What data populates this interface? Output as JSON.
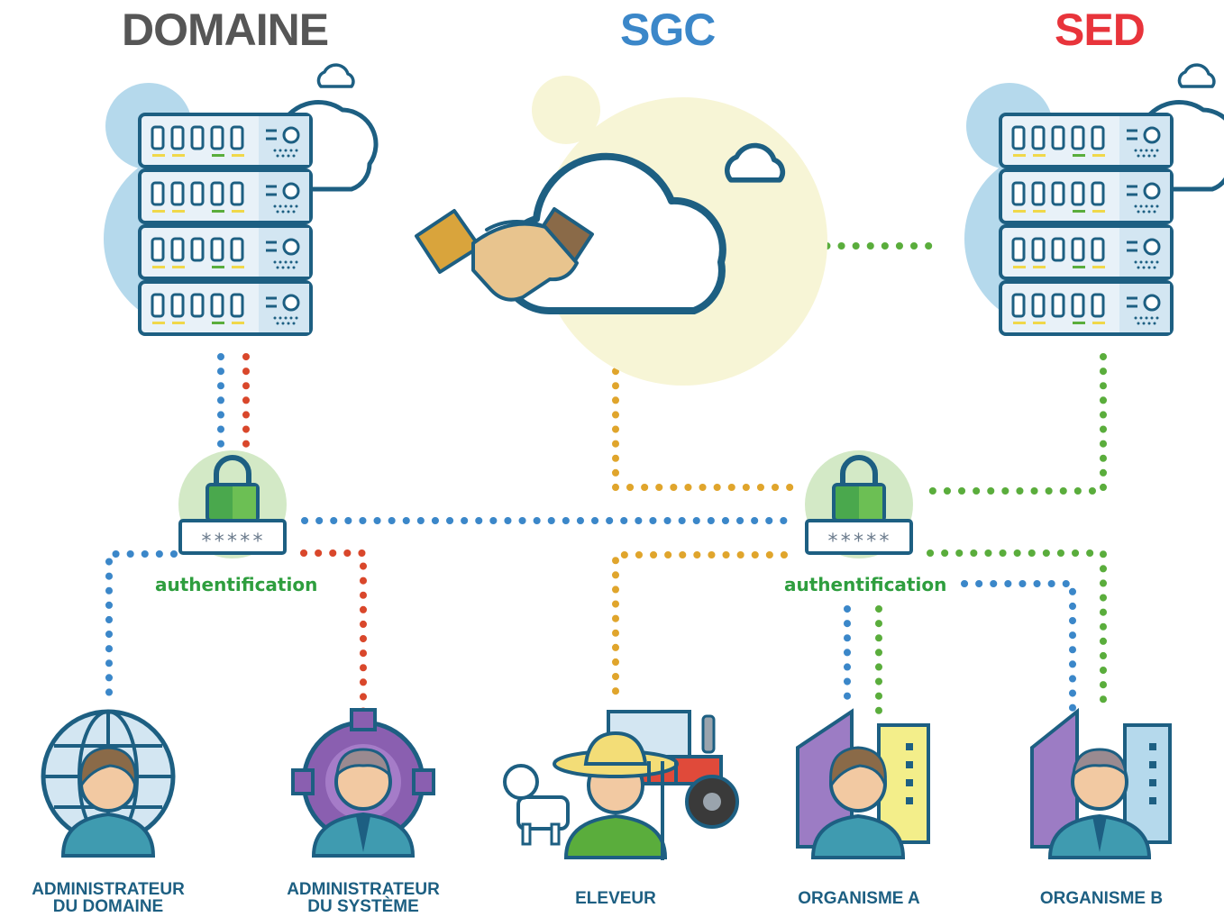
{
  "titles": {
    "domaine": {
      "text": "DOMAINE",
      "color": "#565656"
    },
    "sgc": {
      "text": "SGC",
      "color": "#3b87c9"
    },
    "sed": {
      "text": "SED",
      "color": "#e8343b"
    }
  },
  "auth": {
    "label": "authentification",
    "password_mask": "*****"
  },
  "roles": {
    "admin_domaine": {
      "line1": "ADMINISTRATEUR",
      "line2": "DU DOMAINE"
    },
    "admin_systeme": {
      "line1": "ADMINISTRATEUR",
      "line2": "DU SYSTÈME"
    },
    "eleveur": {
      "line1": "ELEVEUR"
    },
    "organisme_a": {
      "line1": "ORGANISME  A"
    },
    "organisme_b": {
      "line1": "ORGANISME B"
    }
  },
  "colors": {
    "blue_link": "#3b87c9",
    "red_link": "#d9472b",
    "orange_link": "#e0a52c",
    "green_link": "#5aad3c",
    "outline": "#1d5f82",
    "server_fill": "#e8f1f8",
    "bubble_blue": "#b5d9ec",
    "bubble_yellow": "#f7f5d6",
    "lock_green": "#3f9e46"
  },
  "icons": [
    "server-icon",
    "cloud-icon",
    "handshake-icon",
    "lock-icon",
    "globe-icon",
    "gear-icon",
    "tractor-icon",
    "building-icon",
    "person-icon"
  ]
}
